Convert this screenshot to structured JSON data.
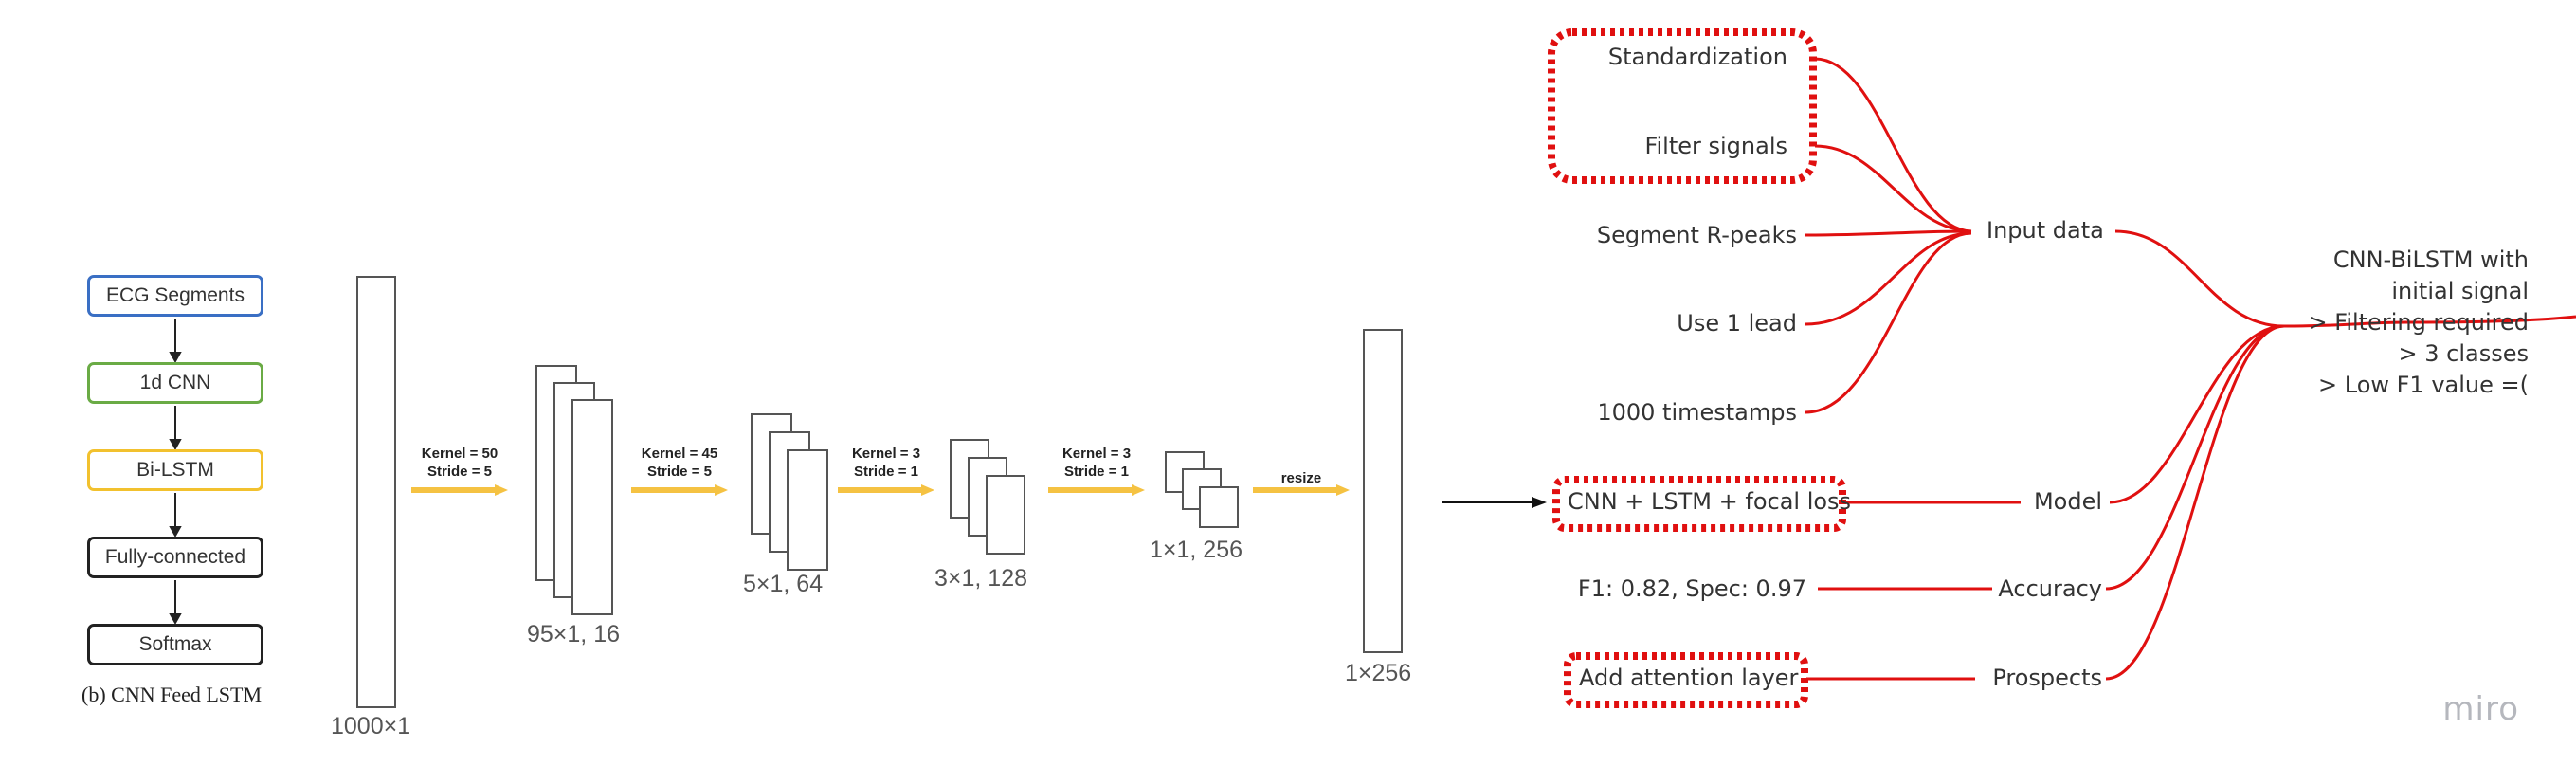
{
  "architecture": {
    "flow": [
      "ECG Segments",
      "1d CNN",
      "Bi-LSTM",
      "Fully-connected",
      "Softmax"
    ],
    "flow_colors": [
      "#3a6fc4",
      "#6aab45",
      "#f2c12e",
      "#222222",
      "#222222"
    ],
    "caption": "(b) CNN Feed LSTM",
    "layers": [
      {
        "dim": "1000×1"
      },
      {
        "dim": "95×1, 16"
      },
      {
        "dim": "5×1, 64"
      },
      {
        "dim": "3×1, 128"
      },
      {
        "dim": "1×1, 256"
      },
      {
        "dim": "1×256"
      }
    ],
    "ops": [
      {
        "line1": "Kernel = 50",
        "line2": "Stride = 5"
      },
      {
        "line1": "Kernel = 45",
        "line2": "Stride = 5"
      },
      {
        "line1": "Kernel = 3",
        "line2": "Stride = 1"
      },
      {
        "line1": "Kernel = 3",
        "line2": "Stride = 1"
      },
      {
        "line1": "resize",
        "line2": ""
      }
    ],
    "arrow_color": "#f5c242"
  },
  "mindmap": {
    "color": "#e01010",
    "root": [
      "CNN-BiLSTM with",
      "initial signal",
      "> Filtering required",
      "> 3 classes",
      "> Low F1 value =("
    ],
    "branches": {
      "input_data": "Input data",
      "model": "Model",
      "accuracy": "Accuracy",
      "prospects": "Prospects"
    },
    "input_items": [
      "Standardization",
      "Filter signals",
      "Segment R-peaks",
      "Use 1 lead",
      "1000 timestamps"
    ],
    "model_item": "CNN + LSTM + focal loss",
    "accuracy_item": "F1: 0.82, Spec: 0.97",
    "prospects_item": "Add attention layer"
  },
  "watermark": "miro"
}
